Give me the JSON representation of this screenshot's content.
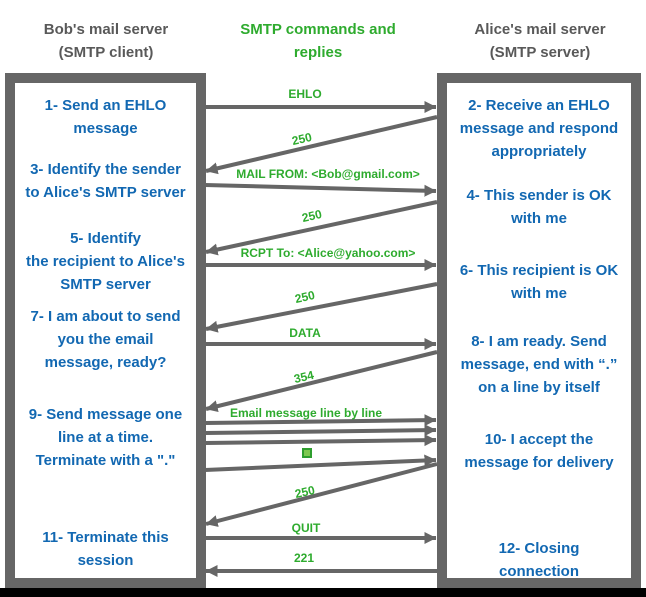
{
  "colors": {
    "blue_text": "#1268b2",
    "green_text": "#2eab2e",
    "gray_structure": "#666666",
    "header_gray": "#595959"
  },
  "headers": {
    "client": "Bob's mail server\n(SMTP client)",
    "center": "SMTP commands and\nreplies",
    "server": "Alice's mail server\n(SMTP server)"
  },
  "client_box": {
    "steps": [
      "1- Send an EHLO\nmessage",
      "3- Identify the sender\nto Alice's SMTP server",
      "5- Identify\nthe recipient to Alice's\nSMTP server",
      "7- I am about to send\nyou the email\nmessage, ready?",
      "9- Send message one\nline at a time.\nTerminate with a \".\"",
      "11- Terminate this\nsession"
    ]
  },
  "server_box": {
    "steps": [
      "2- Receive an EHLO\nmessage and respond\nappropriately",
      "4- This sender is OK\nwith me",
      "6- This recipient is OK\nwith me",
      "8-  I am ready. Send\nmessage, end with “.”\non a line by itself",
      "10-  I accept the\nmessage for delivery",
      "12-  Closing\nconnection"
    ]
  },
  "messages": {
    "ehlo": {
      "label": "EHLO",
      "direction": "client-to-server",
      "style": "horizontal"
    },
    "reply_250_1": {
      "label": "250",
      "direction": "server-to-client",
      "style": "diagonal"
    },
    "mail_from": {
      "label": "MAIL FROM: <Bob@gmail.com>",
      "direction": "client-to-server",
      "style": "horizontal"
    },
    "reply_250_2": {
      "label": "250",
      "direction": "server-to-client",
      "style": "diagonal"
    },
    "rcpt_to": {
      "label": "RCPT To: <Alice@yahoo.com>",
      "direction": "client-to-server",
      "style": "horizontal"
    },
    "reply_250_3": {
      "label": "250",
      "direction": "server-to-client",
      "style": "diagonal"
    },
    "data": {
      "label": "DATA",
      "direction": "client-to-server",
      "style": "horizontal"
    },
    "reply_354": {
      "label": "354",
      "direction": "server-to-client",
      "style": "diagonal"
    },
    "email_lines": {
      "label": "Email message line by line",
      "direction": "client-to-server",
      "style": "horizontal-multi"
    },
    "terminator": {
      "label": ".",
      "direction": "client-to-server",
      "style": "square-symbol"
    },
    "reply_250_4": {
      "label": "250",
      "direction": "server-to-client",
      "style": "diagonal"
    },
    "quit": {
      "label": "QUIT",
      "direction": "client-to-server",
      "style": "horizontal"
    },
    "reply_221": {
      "label": "221",
      "direction": "server-to-client",
      "style": "horizontal"
    }
  }
}
